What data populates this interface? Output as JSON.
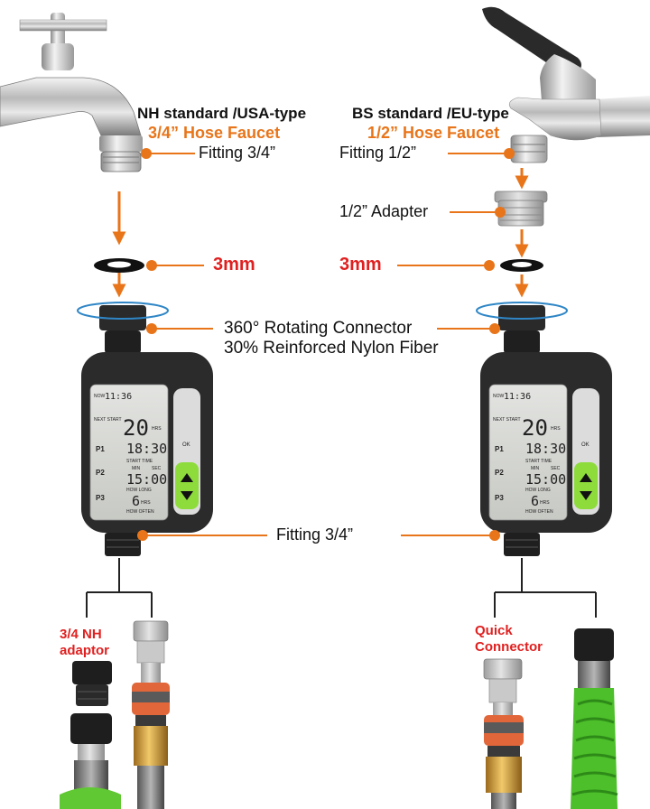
{
  "left": {
    "standard": "NH standard /USA-type",
    "faucet": "3/4” Hose Faucet",
    "fitting": "Fitting 3/4”",
    "washer": "3mm",
    "adaptor_line1": "3/4 NH",
    "adaptor_line2": "adaptor"
  },
  "right": {
    "standard": "BS standard /EU-type",
    "faucet": "1/2” Hose Faucet",
    "fitting": "Fitting 1/2”",
    "adapter": "1/2” Adapter",
    "washer": "3mm",
    "quick_line1": "Quick",
    "quick_line2": "Connector"
  },
  "center": {
    "rotating_line1": "360° Rotating Connector",
    "rotating_line2": "30% Reinforced Nylon Fiber",
    "bottom_fitting": "Fitting 3/4”"
  },
  "timer_display": {
    "now": "NOW",
    "clock": "11:36",
    "next_start": "NEXT START",
    "hours_value": "20",
    "hrs": "HRS",
    "p1": "P1",
    "start_value": "18:30",
    "start_time": "START TIME",
    "p2": "P2",
    "min": "MIN",
    "sec": "SEC",
    "duration_value": "15:00",
    "how_long": "HOW LONG",
    "p3": "P3",
    "often_value": "6",
    "how_often": "HOW OFTEN",
    "ok": "OK"
  },
  "colors": {
    "orange": "#e8751a",
    "red": "#e02020",
    "timer_body": "#2b2b2b",
    "lcd": "#d3d5d0",
    "green": "#8edc3c"
  }
}
